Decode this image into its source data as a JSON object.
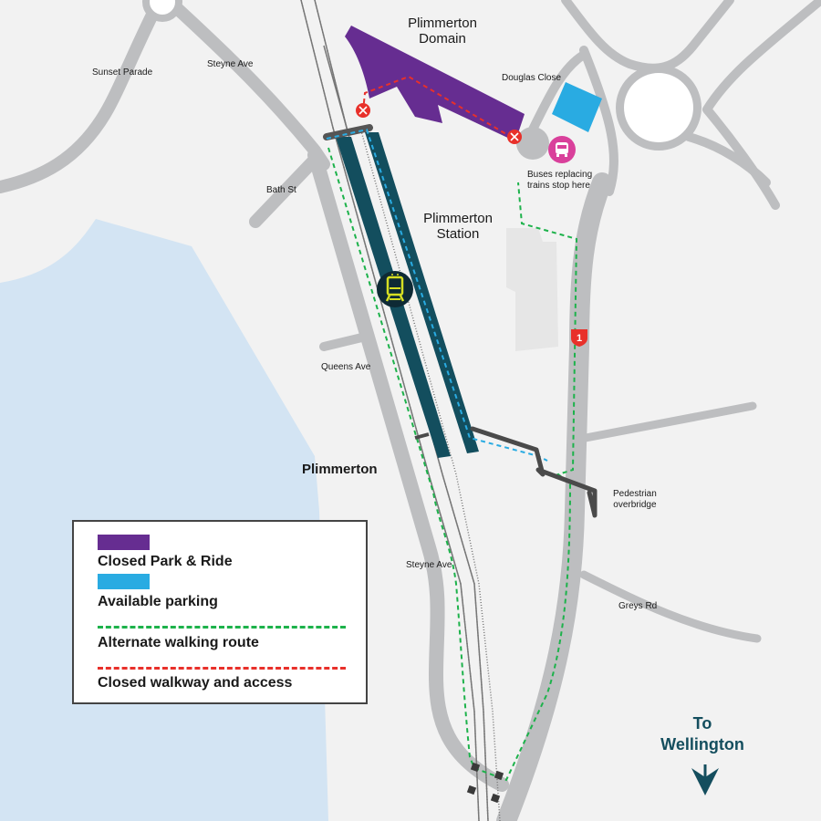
{
  "map": {
    "title": "Plimmerton Station area map",
    "places": {
      "domain": [
        "Plimmerton",
        "Domain"
      ],
      "station": [
        "Plimmerton",
        "Station"
      ],
      "suburb": "Plimmerton"
    },
    "streets": {
      "sunset_parade": "Sunset Parade",
      "steyne_ave_north": "Steyne Ave",
      "bath_st": "Bath St",
      "queens_ave": "Queens Ave",
      "steyne_ave_south": "Steyne Ave",
      "douglas_close": "Douglas Close",
      "greys_rd": "Greys Rd"
    },
    "bus_stop": [
      "Buses replacing",
      "trains stop here"
    ],
    "overbridge": [
      "Pedestrian",
      "overbridge"
    ],
    "highway_shield": "1",
    "direction": {
      "line1": "To",
      "line2": "Wellington",
      "arrow": "arrow-down"
    },
    "icons": {
      "train": "train-icon",
      "bus": "bus-icon",
      "closed": "closed-x-icon",
      "highway": "state-highway-1-shield"
    },
    "colors": {
      "background": "#f2f2f2",
      "water": "#d3e4f3",
      "road": "#bdbec0",
      "closed_park_ride": "#662d91",
      "available_parking": "#29abe2",
      "platform": "#134e5e",
      "walking_route": "#1db24b",
      "closed_walkway": "#e8302a",
      "bus_stop": "#d9409b",
      "train_icon_bg": "#0e2a35",
      "train_icon_fg": "#d7df23",
      "direction_text": "#144e5e",
      "bridge": "#4a4a4a"
    }
  },
  "legend": {
    "items": [
      {
        "label": "Closed Park & Ride",
        "type": "swatch",
        "color": "#662d91"
      },
      {
        "label": "Available parking",
        "type": "swatch",
        "color": "#29abe2"
      },
      {
        "label": "Alternate walking route",
        "type": "dashed",
        "color": "#1db24b"
      },
      {
        "label": "Closed walkway and access",
        "type": "dashed",
        "color": "#e8302a"
      }
    ]
  }
}
